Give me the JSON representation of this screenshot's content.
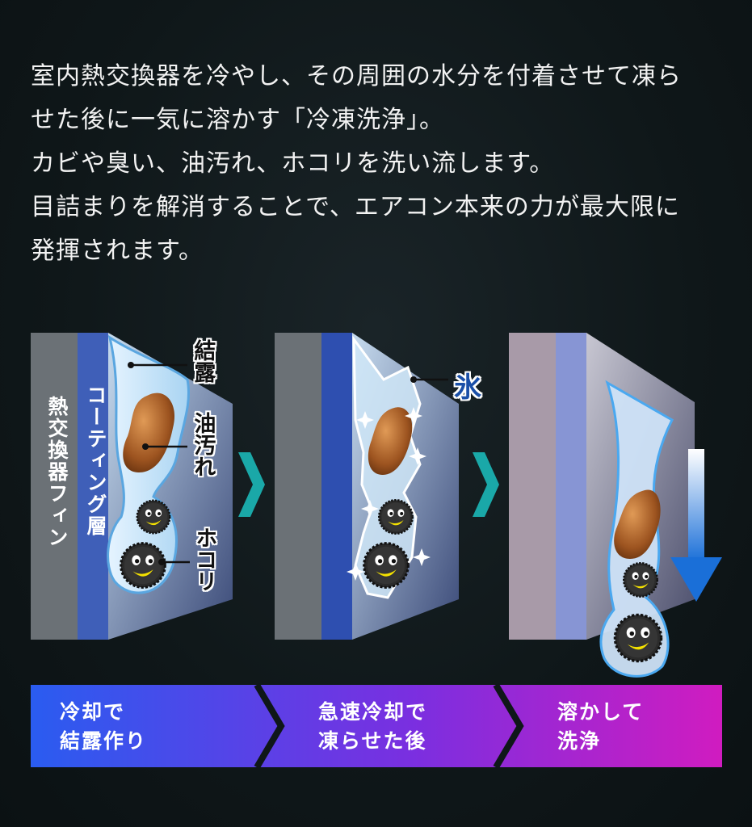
{
  "intro": {
    "lines": [
      "室内熱交換器を冷やし、その周囲の水分を付着させて凍ら",
      "せた後に一気に溶かす「冷凍洗浄」。",
      "カビや臭い、油汚れ、ホコリを洗い流します。",
      "目詰まりを解消することで、エアコン本来の力が最大限に",
      "発揮されます。"
    ]
  },
  "panel1": {
    "fin_label": "熱交換器フィン",
    "coating_label": "コーティング層",
    "condensation_label": "結露",
    "oil_label": "油汚れ",
    "dust_label": "ホコリ"
  },
  "panel2": {
    "ice_label": "氷"
  },
  "steps": [
    {
      "line1": "冷却で",
      "line2": "結露作り"
    },
    {
      "line1": "急速冷却で",
      "line2": "凍らせた後"
    },
    {
      "line1": "溶かして",
      "line2": "洗浄"
    }
  ],
  "colors": {
    "fin": "#6b7176",
    "coating": "#3f5fb8",
    "arrow_teal": "#1aa8a8",
    "step_start": "#2a5cf0",
    "step_end": "#d01cc0"
  }
}
